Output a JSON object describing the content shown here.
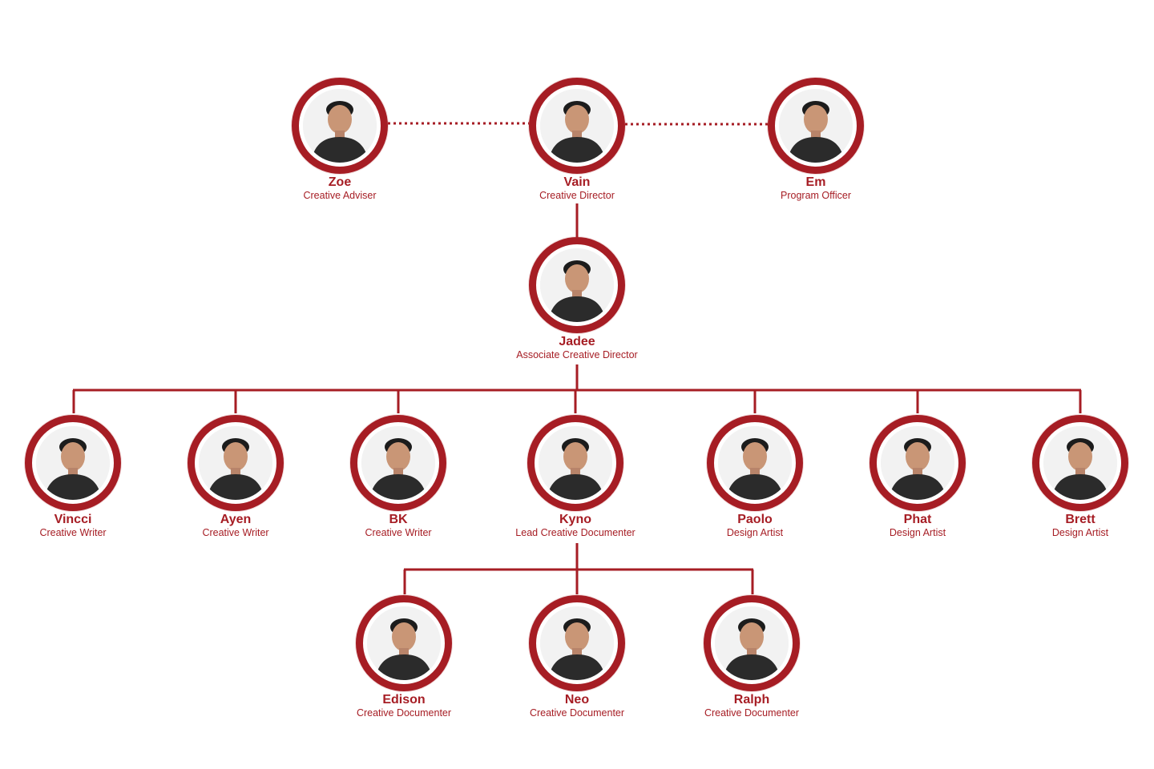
{
  "accent_color": "#a61d24",
  "people": {
    "zoe": {
      "name": "Zoe",
      "role": "Creative Adviser",
      "avatar_icon": "person-photo-icon"
    },
    "vain": {
      "name": "Vain",
      "role": "Creative Director",
      "avatar_icon": "person-photo-icon"
    },
    "em": {
      "name": "Em",
      "role": "Program Officer",
      "avatar_icon": "person-photo-icon"
    },
    "jadee": {
      "name": "Jadee",
      "role": "Associate Creative Director",
      "avatar_icon": "person-photo-icon"
    },
    "vincci": {
      "name": "Vincci",
      "role": "Creative Writer",
      "avatar_icon": "person-photo-icon"
    },
    "ayen": {
      "name": "Ayen",
      "role": "Creative Writer",
      "avatar_icon": "person-photo-icon"
    },
    "bk": {
      "name": "BK",
      "role": "Creative Writer",
      "avatar_icon": "person-photo-icon"
    },
    "kyno": {
      "name": "Kyno",
      "role": "Lead Creative Documenter",
      "avatar_icon": "person-photo-icon"
    },
    "paolo": {
      "name": "Paolo",
      "role": "Design Artist",
      "avatar_icon": "person-photo-icon"
    },
    "phat": {
      "name": "Phat",
      "role": "Design Artist",
      "avatar_icon": "person-photo-icon"
    },
    "brett": {
      "name": "Brett",
      "role": "Design Artist",
      "avatar_icon": "person-photo-icon"
    },
    "edison": {
      "name": "Edison",
      "role": "Creative Documenter",
      "avatar_icon": "person-photo-icon"
    },
    "neo": {
      "name": "Neo",
      "role": "Creative Documenter",
      "avatar_icon": "person-photo-icon"
    },
    "ralph": {
      "name": "Ralph",
      "role": "Creative Documenter",
      "avatar_icon": "person-photo-icon"
    }
  },
  "connections": [
    {
      "from": "vain",
      "to": "zoe",
      "style": "dotted"
    },
    {
      "from": "vain",
      "to": "em",
      "style": "dotted"
    },
    {
      "from": "vain",
      "to": "jadee",
      "style": "solid"
    },
    {
      "from": "jadee",
      "to": "vincci",
      "style": "solid"
    },
    {
      "from": "jadee",
      "to": "ayen",
      "style": "solid"
    },
    {
      "from": "jadee",
      "to": "bk",
      "style": "solid"
    },
    {
      "from": "jadee",
      "to": "kyno",
      "style": "solid"
    },
    {
      "from": "jadee",
      "to": "paolo",
      "style": "solid"
    },
    {
      "from": "jadee",
      "to": "phat",
      "style": "solid"
    },
    {
      "from": "jadee",
      "to": "brett",
      "style": "solid"
    },
    {
      "from": "kyno",
      "to": "edison",
      "style": "solid"
    },
    {
      "from": "kyno",
      "to": "neo",
      "style": "solid"
    },
    {
      "from": "kyno",
      "to": "ralph",
      "style": "solid"
    }
  ]
}
